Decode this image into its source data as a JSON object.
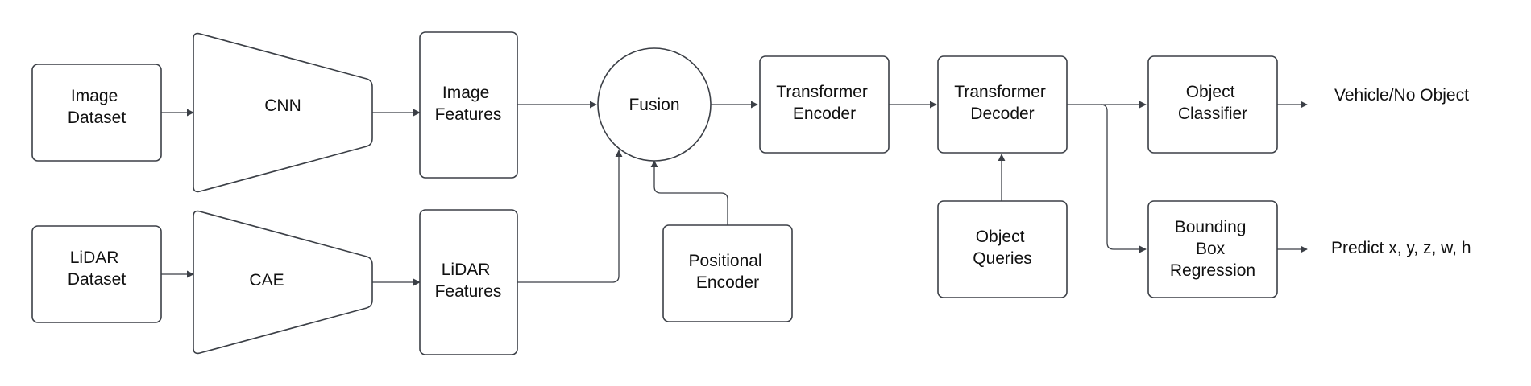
{
  "diagram": {
    "colors": {
      "stroke": "#3b3f46",
      "text": "#111111",
      "background": "#ffffff"
    },
    "nodes": {
      "image_dataset": [
        "Image",
        "Dataset"
      ],
      "cnn": "CNN",
      "image_features": [
        "Image",
        "Features"
      ],
      "lidar_dataset": [
        "LiDAR",
        "Dataset"
      ],
      "cae": "CAE",
      "lidar_features": [
        "LiDAR",
        "Features"
      ],
      "fusion": "Fusion",
      "positional_encoder": [
        "Positional",
        "Encoder"
      ],
      "transformer_encoder": [
        "Transformer",
        "Encoder"
      ],
      "transformer_decoder": [
        "Transformer",
        "Decoder"
      ],
      "object_queries": [
        "Object",
        "Queries"
      ],
      "object_classifier": [
        "Object",
        "Classifier"
      ],
      "bbox_regression": [
        "Bounding",
        "Box",
        "Regression"
      ]
    },
    "outputs": {
      "classifier": "Vehicle/No Object",
      "regression": "Predict x, y, z, w, h"
    }
  }
}
